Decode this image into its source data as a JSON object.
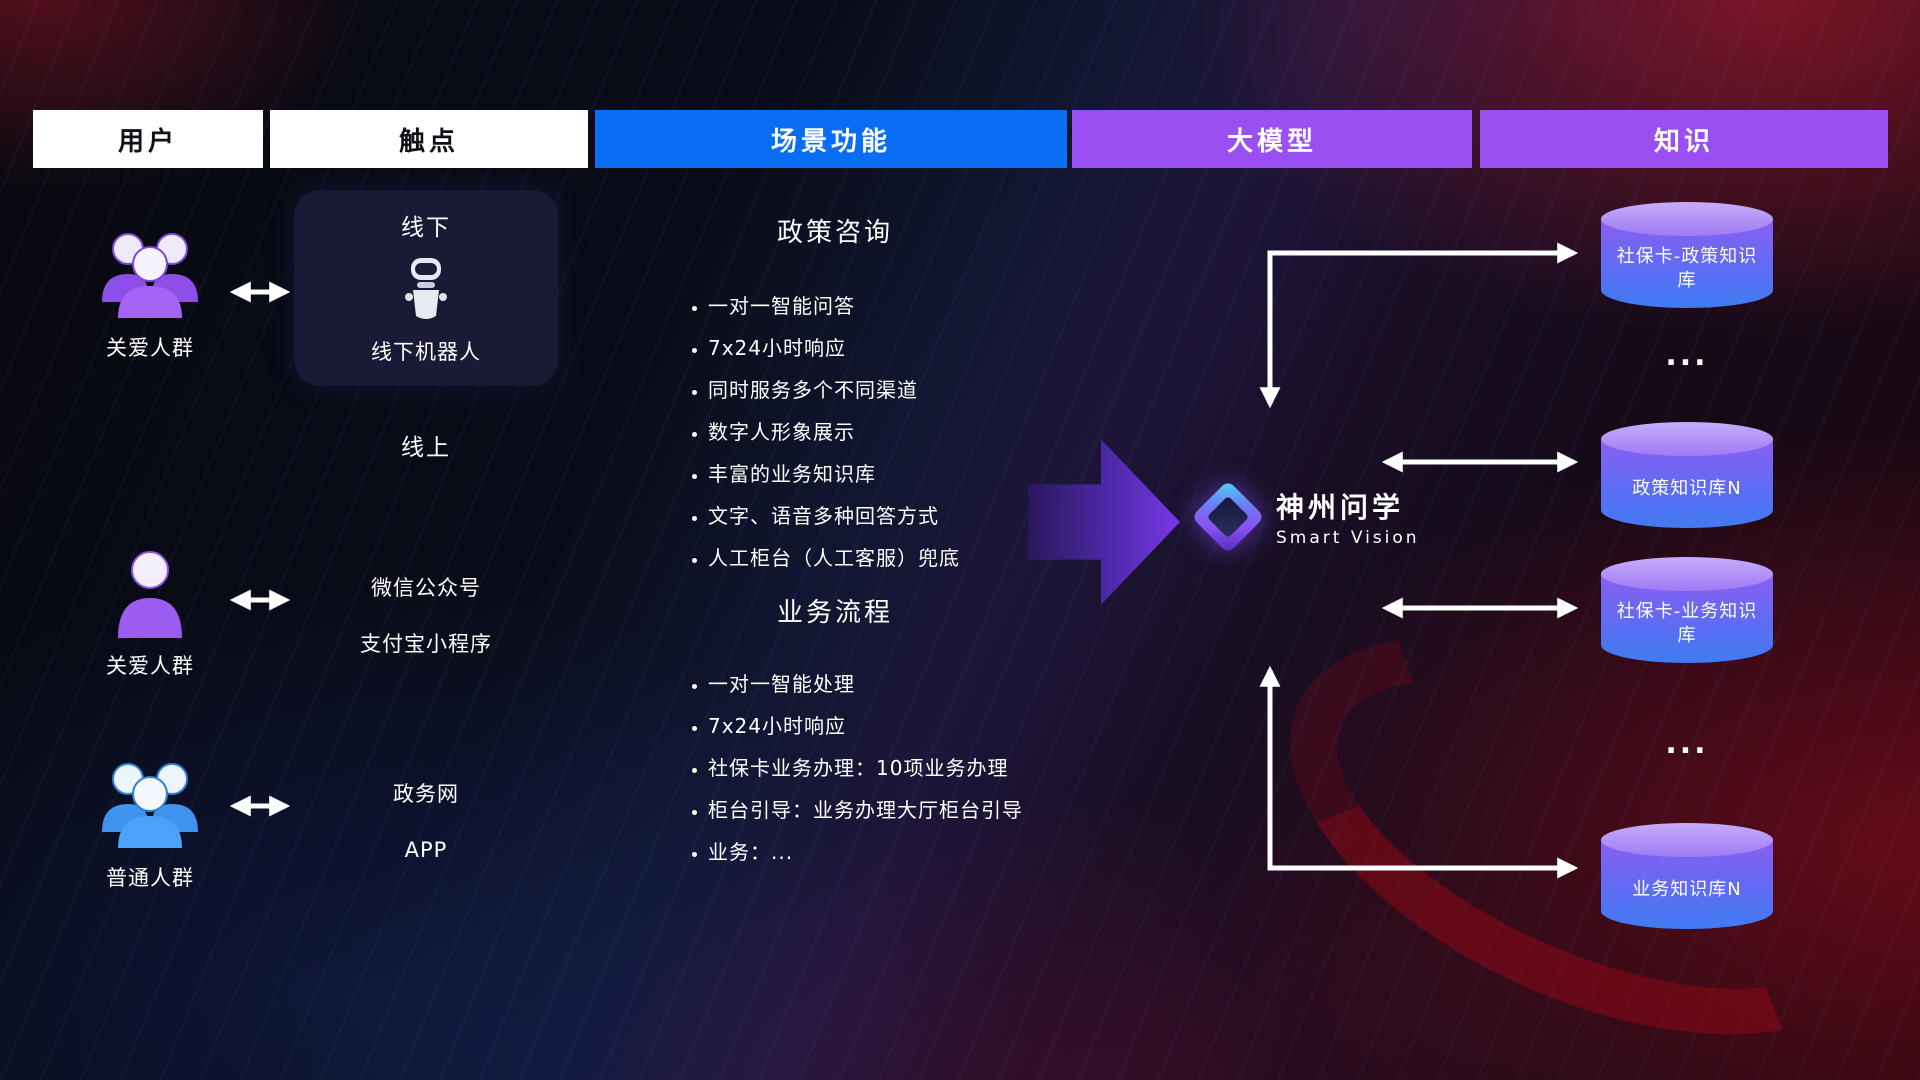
{
  "header": {
    "columns": [
      {
        "label": "用户"
      },
      {
        "label": "触点"
      },
      {
        "label": "场景功能"
      },
      {
        "label": "大模型"
      },
      {
        "label": "知识"
      }
    ]
  },
  "users": [
    {
      "label": "关爱人群"
    },
    {
      "label": "关爱人群"
    },
    {
      "label": "普通人群"
    }
  ],
  "touchpoints": {
    "offline_title": "线下",
    "offline_robot_label": "线下机器人",
    "online_title": "线上",
    "online_channels": [
      "微信公众号",
      "支付宝小程序"
    ],
    "web_channels": [
      "政务网",
      "APP"
    ]
  },
  "scenarios": [
    {
      "title": "政策咨询",
      "items": [
        "一对一智能问答",
        "7x24小时响应",
        "同时服务多个不同渠道",
        "数字人形象展示",
        "丰富的业务知识库",
        "文字、语音多种回答方式",
        "人工柜台（人工客服）兜底"
      ]
    },
    {
      "title": "业务流程",
      "items": [
        "一对一智能处理",
        "7x24小时响应",
        "社保卡业务办理：10项业务办理",
        "柜台引导：业务办理大厅柜台引导",
        "业务：..."
      ]
    }
  ],
  "model": {
    "name": "神州问学",
    "subtitle": "Smart Vision"
  },
  "knowledge": {
    "db1": "社保卡-政策知识库",
    "ellipsis1": "...",
    "db2": "政策知识库N",
    "db3": "社保卡-业务知识库",
    "ellipsis2": "...",
    "db4": "业务知识库N"
  },
  "colors": {
    "header_blue": "#0a6ef5",
    "header_purple": "#9a4ff2",
    "accent_purple": "#9d5cf0",
    "accent_blue": "#4aa3f7",
    "cylinder_top": "#b89bf7",
    "cylinder_body_top": "#8a5ff2",
    "cylinder_body_bottom": "#3f7bf2",
    "connector": "#ffffff",
    "background_red": "#c11e32",
    "background_navy": "#0a0e1c"
  }
}
